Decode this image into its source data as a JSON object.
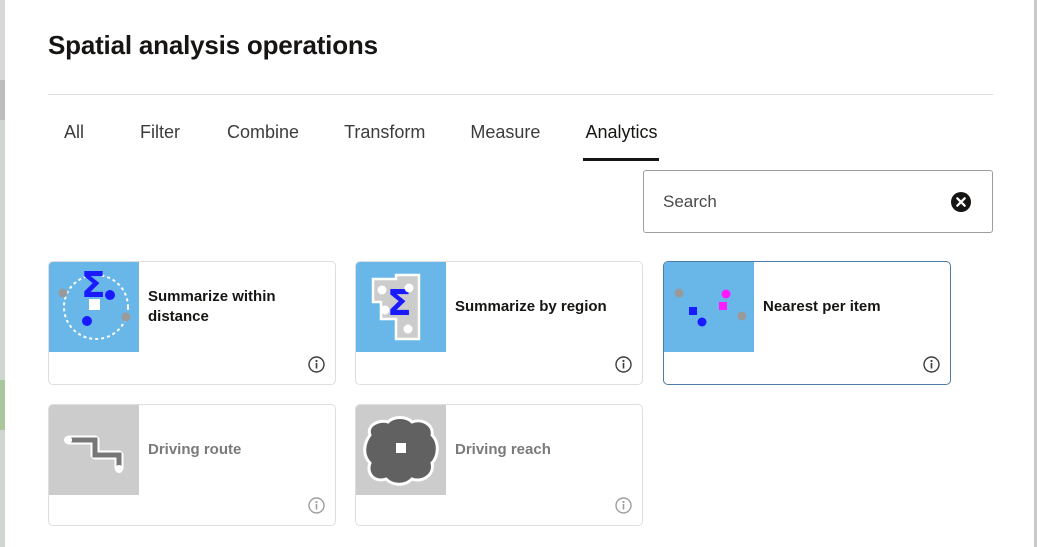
{
  "dialog": {
    "title": "Spatial analysis operations"
  },
  "tabs": [
    {
      "label": "All",
      "active": false
    },
    {
      "label": "Filter",
      "active": false
    },
    {
      "label": "Combine",
      "active": false
    },
    {
      "label": "Transform",
      "active": false
    },
    {
      "label": "Measure",
      "active": false
    },
    {
      "label": "Analytics",
      "active": true
    }
  ],
  "search": {
    "placeholder": "Search",
    "value": "",
    "clear_icon": "circle-x-icon"
  },
  "operations": [
    {
      "label": "Summarize within distance",
      "icon": "summarize-within-distance-icon",
      "enabled": true,
      "selected": false
    },
    {
      "label": "Summarize by region",
      "icon": "summarize-by-region-icon",
      "enabled": true,
      "selected": false
    },
    {
      "label": "Nearest per item",
      "icon": "nearest-per-item-icon",
      "enabled": true,
      "selected": true
    },
    {
      "label": "Driving route",
      "icon": "driving-route-icon",
      "enabled": false,
      "selected": false
    },
    {
      "label": "Driving reach",
      "icon": "driving-reach-icon",
      "enabled": false,
      "selected": false
    }
  ],
  "colors": {
    "thumb_active": "#68b7e8",
    "thumb_disabled": "#cccccc",
    "sigma_blue": "#1a1aff",
    "magenta": "#ff1aff",
    "selected_border": "#4e7ca6"
  },
  "info_icon": "info-circle-icon"
}
